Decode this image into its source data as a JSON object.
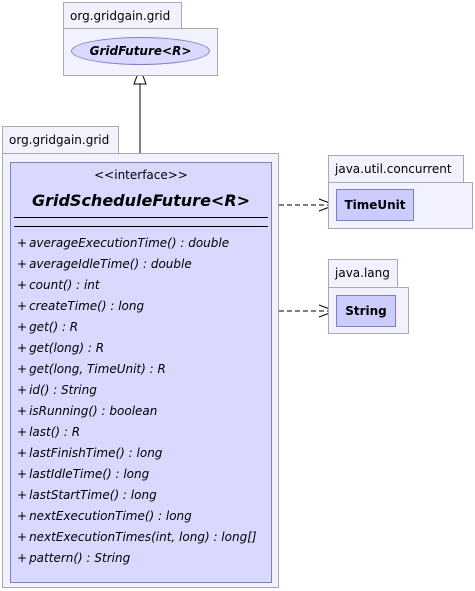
{
  "packages": {
    "grid_parent": "org.gridgain.grid",
    "grid_main": "org.gridgain.grid",
    "concurrent": "java.util.concurrent",
    "lang": "java.lang"
  },
  "parent_class": {
    "name": "GridFuture<R>"
  },
  "main_class": {
    "stereotype": "<<interface>>",
    "name": "GridScheduleFuture<R>",
    "methods": [
      "averageExecutionTime() : double",
      "averageIdleTime() : double",
      "count() : int",
      "createTime() : long",
      "get() : R",
      "get(long) : R",
      "get(long, TimeUnit) : R",
      "id() : String",
      "isRunning() : boolean",
      "last() : R",
      "lastFinishTime() : long",
      "lastIdleTime() : long",
      "lastStartTime() : long",
      "nextExecutionTime() : long",
      "nextExecutionTimes(int, long) : long[]",
      "pattern() : String"
    ],
    "visibility": "+"
  },
  "dependencies": {
    "timeunit": "TimeUnit",
    "string": "String"
  }
}
